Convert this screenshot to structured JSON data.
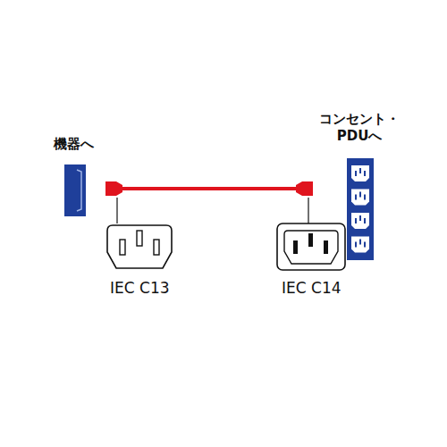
{
  "diagram": {
    "labels": [
      "機器へ",
      "コンセント・ PDUへ",
      "IEC C13",
      "IEC C14"
    ]
  }
}
